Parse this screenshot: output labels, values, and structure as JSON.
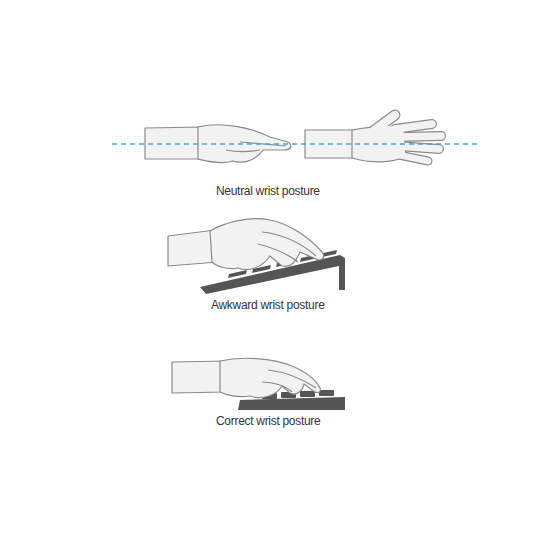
{
  "diagram": {
    "labels": [
      "Neutral wrist posture",
      "Awkward wrist posture",
      "Correct wrist posture"
    ]
  }
}
